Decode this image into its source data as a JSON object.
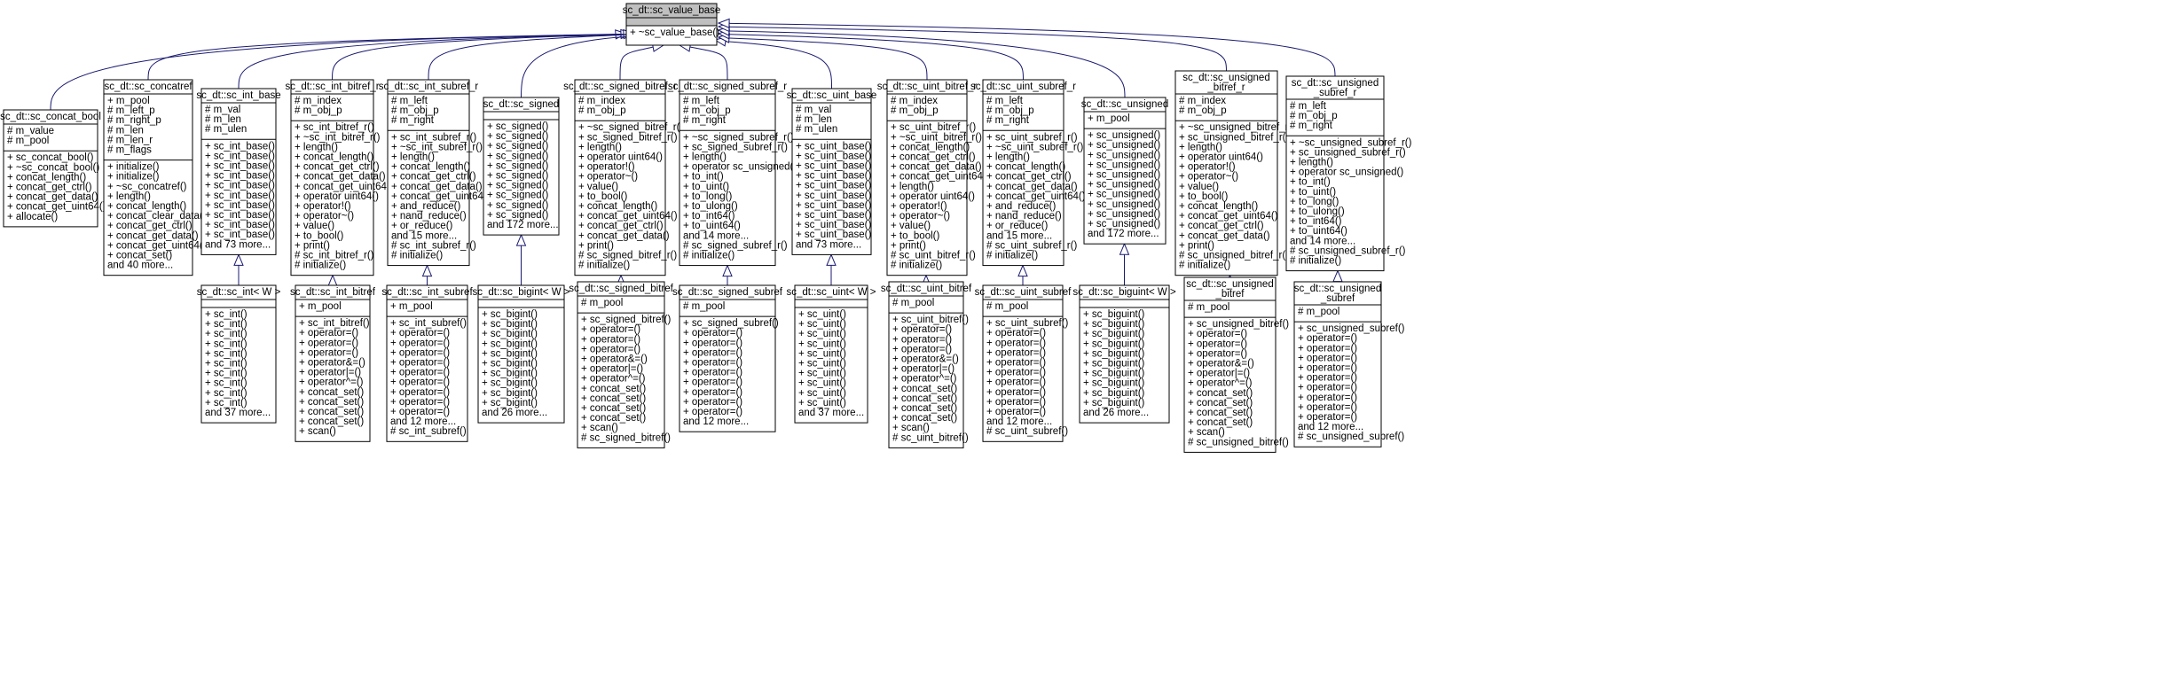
{
  "colors": {
    "edge": "#191970",
    "box_fill": "#ffffff",
    "box_stroke": "#000000",
    "root_header_fill": "#bfbfbf"
  },
  "root": {
    "title": [
      "sc_dt::sc_value_base"
    ],
    "attrs": [],
    "methods": [
      "+ ~sc_value_base()"
    ]
  },
  "level1": [
    {
      "title": [
        "sc_dt::sc_concat_bool"
      ],
      "attrs": [
        "# m_value",
        "# m_pool"
      ],
      "methods": [
        "+ sc_concat_bool()",
        "+ ~sc_concat_bool()",
        "+ concat_length()",
        "+ concat_get_ctrl()",
        "+ concat_get_data()",
        "+ concat_get_uint64()",
        "+ allocate()"
      ]
    },
    {
      "title": [
        "sc_dt::sc_concatref"
      ],
      "attrs": [
        "+ m_pool",
        "# m_left_p",
        "# m_right_p",
        "# m_len",
        "# m_len_r",
        "# m_flags"
      ],
      "methods": [
        "+ initialize()",
        "+ initialize()",
        "+ ~sc_concatref()",
        "+ length()",
        "+ concat_length()",
        "+ concat_clear_data()",
        "+ concat_get_ctrl()",
        "+ concat_get_data()",
        "+ concat_get_uint64()",
        "+ concat_set()",
        "and 40 more..."
      ]
    },
    {
      "title": [
        "sc_dt::sc_int_base"
      ],
      "attrs": [
        "# m_val",
        "# m_len",
        "# m_ulen"
      ],
      "methods": [
        "+ sc_int_base()",
        "+ sc_int_base()",
        "+ sc_int_base()",
        "+ sc_int_base()",
        "+ sc_int_base()",
        "+ sc_int_base()",
        "+ sc_int_base()",
        "+ sc_int_base()",
        "+ sc_int_base()",
        "+ sc_int_base()",
        "and 73 more..."
      ]
    },
    {
      "title": [
        "sc_dt::sc_int_bitref_r"
      ],
      "attrs": [
        "# m_index",
        "# m_obj_p"
      ],
      "methods": [
        "+ sc_int_bitref_r()",
        "+ ~sc_int_bitref_r()",
        "+ length()",
        "+ concat_length()",
        "+ concat_get_ctrl()",
        "+ concat_get_data()",
        "+ concat_get_uint64()",
        "+ operator uint64()",
        "+ operator!()",
        "+ operator~()",
        "+ value()",
        "+ to_bool()",
        "+ print()",
        "# sc_int_bitref_r()",
        "# initialize()"
      ]
    },
    {
      "title": [
        "sc_dt::sc_int_subref_r"
      ],
      "attrs": [
        "# m_left",
        "# m_obj_p",
        "# m_right"
      ],
      "methods": [
        "+ sc_int_subref_r()",
        "+ ~sc_int_subref_r()",
        "+ length()",
        "+ concat_length()",
        "+ concat_get_ctrl()",
        "+ concat_get_data()",
        "+ concat_get_uint64()",
        "+ and_reduce()",
        "+ nand_reduce()",
        "+ or_reduce()",
        "and 15 more...",
        "# sc_int_subref_r()",
        "# initialize()"
      ]
    },
    {
      "title": [
        "sc_dt::sc_signed"
      ],
      "attrs": [],
      "methods": [
        "+ sc_signed()",
        "+ sc_signed()",
        "+ sc_signed()",
        "+ sc_signed()",
        "+ sc_signed()",
        "+ sc_signed()",
        "+ sc_signed()",
        "+ sc_signed()",
        "+ sc_signed()",
        "+ sc_signed()",
        "and 172 more..."
      ]
    },
    {
      "title": [
        "sc_dt::sc_signed_bitref_r"
      ],
      "attrs": [
        "# m_index",
        "# m_obj_p"
      ],
      "methods": [
        "+ ~sc_signed_bitref_r()",
        "+ sc_signed_bitref_r()",
        "+ length()",
        "+ operator uint64()",
        "+ operator!()",
        "+ operator~()",
        "+ value()",
        "+ to_bool()",
        "+ concat_length()",
        "+ concat_get_uint64()",
        "+ concat_get_ctrl()",
        "+ concat_get_data()",
        "+ print()",
        "# sc_signed_bitref_r()",
        "# initialize()"
      ]
    },
    {
      "title": [
        "sc_dt::sc_signed_subref_r"
      ],
      "attrs": [
        "# m_left",
        "# m_obj_p",
        "# m_right"
      ],
      "methods": [
        "+ ~sc_signed_subref_r()",
        "+ sc_signed_subref_r()",
        "+ length()",
        "+ operator sc_unsigned()",
        "+ to_int()",
        "+ to_uint()",
        "+ to_long()",
        "+ to_ulong()",
        "+ to_int64()",
        "+ to_uint64()",
        "and 14 more...",
        "# sc_signed_subref_r()",
        "# initialize()"
      ]
    },
    {
      "title": [
        "sc_dt::sc_uint_base"
      ],
      "attrs": [
        "# m_val",
        "# m_len",
        "# m_ulen"
      ],
      "methods": [
        "+ sc_uint_base()",
        "+ sc_uint_base()",
        "+ sc_uint_base()",
        "+ sc_uint_base()",
        "+ sc_uint_base()",
        "+ sc_uint_base()",
        "+ sc_uint_base()",
        "+ sc_uint_base()",
        "+ sc_uint_base()",
        "+ sc_uint_base()",
        "and 73 more..."
      ]
    },
    {
      "title": [
        "sc_dt::sc_uint_bitref_r"
      ],
      "attrs": [
        "# m_index",
        "# m_obj_p"
      ],
      "methods": [
        "+ sc_uint_bitref_r()",
        "+ ~sc_uint_bitref_r()",
        "+ concat_length()",
        "+ concat_get_ctrl()",
        "+ concat_get_data()",
        "+ concat_get_uint64()",
        "+ length()",
        "+ operator uint64()",
        "+ operator!()",
        "+ operator~()",
        "+ value()",
        "+ to_bool()",
        "+ print()",
        "# sc_uint_bitref_r()",
        "# initialize()"
      ]
    },
    {
      "title": [
        "sc_dt::sc_uint_subref_r"
      ],
      "attrs": [
        "# m_left",
        "# m_obj_p",
        "# m_right"
      ],
      "methods": [
        "+ sc_uint_subref_r()",
        "+ ~sc_uint_subref_r()",
        "+ length()",
        "+ concat_length()",
        "+ concat_get_ctrl()",
        "+ concat_get_data()",
        "+ concat_get_uint64()",
        "+ and_reduce()",
        "+ nand_reduce()",
        "+ or_reduce()",
        "and 15 more...",
        "# sc_uint_subref_r()",
        "# initialize()"
      ]
    },
    {
      "title": [
        "sc_dt::sc_unsigned"
      ],
      "attrs": [
        "+ m_pool"
      ],
      "methods": [
        "+ sc_unsigned()",
        "+ sc_unsigned()",
        "+ sc_unsigned()",
        "+ sc_unsigned()",
        "+ sc_unsigned()",
        "+ sc_unsigned()",
        "+ sc_unsigned()",
        "+ sc_unsigned()",
        "+ sc_unsigned()",
        "+ sc_unsigned()",
        "and 172 more..."
      ]
    },
    {
      "title": [
        "sc_dt::sc_unsigned",
        "_bitref_r"
      ],
      "attrs": [
        "# m_index",
        "# m_obj_p"
      ],
      "methods": [
        "+ ~sc_unsigned_bitref_r()",
        "+ sc_unsigned_bitref_r()",
        "+ length()",
        "+ operator uint64()",
        "+ operator!()",
        "+ operator~()",
        "+ value()",
        "+ to_bool()",
        "+ concat_length()",
        "+ concat_get_uint64()",
        "+ concat_get_ctrl()",
        "+ concat_get_data()",
        "+ print()",
        "# sc_unsigned_bitref_r()",
        "# initialize()"
      ]
    },
    {
      "title": [
        "sc_dt::sc_unsigned",
        "_subref_r"
      ],
      "attrs": [
        "# m_left",
        "# m_obj_p",
        "# m_right"
      ],
      "methods": [
        "+ ~sc_unsigned_subref_r()",
        "+ sc_unsigned_subref_r()",
        "+ length()",
        "+ operator sc_unsigned()",
        "+ to_int()",
        "+ to_uint()",
        "+ to_long()",
        "+ to_ulong()",
        "+ to_int64()",
        "+ to_uint64()",
        "and 14 more...",
        "# sc_unsigned_subref_r()",
        "# initialize()"
      ]
    }
  ],
  "level2": [
    {
      "parent": 2,
      "title": [
        "sc_dt::sc_int< W >"
      ],
      "attrs": [],
      "methods": [
        "+ sc_int()",
        "+ sc_int()",
        "+ sc_int()",
        "+ sc_int()",
        "+ sc_int()",
        "+ sc_int()",
        "+ sc_int()",
        "+ sc_int()",
        "+ sc_int()",
        "+ sc_int()",
        "and 37 more..."
      ]
    },
    {
      "parent": 3,
      "title": [
        "sc_dt::sc_int_bitref"
      ],
      "attrs": [
        "+ m_pool"
      ],
      "methods": [
        "+ sc_int_bitref()",
        "+ operator=()",
        "+ operator=()",
        "+ operator=()",
        "+ operator&=()",
        "+ operator|=()",
        "+ operator^=()",
        "+ concat_set()",
        "+ concat_set()",
        "+ concat_set()",
        "+ concat_set()",
        "+ scan()"
      ]
    },
    {
      "parent": 4,
      "title": [
        "sc_dt::sc_int_subref"
      ],
      "attrs": [
        "+ m_pool"
      ],
      "methods": [
        "+ sc_int_subref()",
        "+ operator=()",
        "+ operator=()",
        "+ operator=()",
        "+ operator=()",
        "+ operator=()",
        "+ operator=()",
        "+ operator=()",
        "+ operator=()",
        "+ operator=()",
        "and 12 more...",
        "# sc_int_subref()"
      ]
    },
    {
      "parent": 5,
      "title": [
        "sc_dt::sc_bigint< W >"
      ],
      "attrs": [],
      "methods": [
        "+ sc_bigint()",
        "+ sc_bigint()",
        "+ sc_bigint()",
        "+ sc_bigint()",
        "+ sc_bigint()",
        "+ sc_bigint()",
        "+ sc_bigint()",
        "+ sc_bigint()",
        "+ sc_bigint()",
        "+ sc_bigint()",
        "and 26 more..."
      ]
    },
    {
      "parent": 6,
      "title": [
        "sc_dt::sc_signed_bitref"
      ],
      "attrs": [
        "# m_pool"
      ],
      "methods": [
        "+ sc_signed_bitref()",
        "+ operator=()",
        "+ operator=()",
        "+ operator=()",
        "+ operator&=()",
        "+ operator|=()",
        "+ operator^=()",
        "+ concat_set()",
        "+ concat_set()",
        "+ concat_set()",
        "+ concat_set()",
        "+ scan()",
        "# sc_signed_bitref()"
      ]
    },
    {
      "parent": 7,
      "title": [
        "sc_dt::sc_signed_subref"
      ],
      "attrs": [
        "# m_pool"
      ],
      "methods": [
        "+ sc_signed_subref()",
        "+ operator=()",
        "+ operator=()",
        "+ operator=()",
        "+ operator=()",
        "+ operator=()",
        "+ operator=()",
        "+ operator=()",
        "+ operator=()",
        "+ operator=()",
        "and 12 more..."
      ]
    },
    {
      "parent": 8,
      "title": [
        "sc_dt::sc_uint< W >"
      ],
      "attrs": [],
      "methods": [
        "+ sc_uint()",
        "+ sc_uint()",
        "+ sc_uint()",
        "+ sc_uint()",
        "+ sc_uint()",
        "+ sc_uint()",
        "+ sc_uint()",
        "+ sc_uint()",
        "+ sc_uint()",
        "+ sc_uint()",
        "and 37 more..."
      ]
    },
    {
      "parent": 9,
      "title": [
        "sc_dt::sc_uint_bitref"
      ],
      "attrs": [
        "# m_pool"
      ],
      "methods": [
        "+ sc_uint_bitref()",
        "+ operator=()",
        "+ operator=()",
        "+ operator=()",
        "+ operator&=()",
        "+ operator|=()",
        "+ operator^=()",
        "+ concat_set()",
        "+ concat_set()",
        "+ concat_set()",
        "+ concat_set()",
        "+ scan()",
        "# sc_uint_bitref()"
      ]
    },
    {
      "parent": 10,
      "title": [
        "sc_dt::sc_uint_subref"
      ],
      "attrs": [
        "# m_pool"
      ],
      "methods": [
        "+ sc_uint_subref()",
        "+ operator=()",
        "+ operator=()",
        "+ operator=()",
        "+ operator=()",
        "+ operator=()",
        "+ operator=()",
        "+ operator=()",
        "+ operator=()",
        "+ operator=()",
        "and 12 more...",
        "# sc_uint_subref()"
      ]
    },
    {
      "parent": 11,
      "title": [
        "sc_dt::sc_biguint< W >"
      ],
      "attrs": [],
      "methods": [
        "+ sc_biguint()",
        "+ sc_biguint()",
        "+ sc_biguint()",
        "+ sc_biguint()",
        "+ sc_biguint()",
        "+ sc_biguint()",
        "+ sc_biguint()",
        "+ sc_biguint()",
        "+ sc_biguint()",
        "+ sc_biguint()",
        "and 26 more..."
      ]
    },
    {
      "parent": 12,
      "title": [
        "sc_dt::sc_unsigned",
        "_bitref"
      ],
      "attrs": [
        "# m_pool"
      ],
      "methods": [
        "+ sc_unsigned_bitref()",
        "+ operator=()",
        "+ operator=()",
        "+ operator=()",
        "+ operator&=()",
        "+ operator|=()",
        "+ operator^=()",
        "+ concat_set()",
        "+ concat_set()",
        "+ concat_set()",
        "+ concat_set()",
        "+ scan()",
        "# sc_unsigned_bitref()"
      ]
    },
    {
      "parent": 13,
      "title": [
        "sc_dt::sc_unsigned",
        "_subref"
      ],
      "attrs": [
        "# m_pool"
      ],
      "methods": [
        "+ sc_unsigned_subref()",
        "+ operator=()",
        "+ operator=()",
        "+ operator=()",
        "+ operator=()",
        "+ operator=()",
        "+ operator=()",
        "+ operator=()",
        "+ operator=()",
        "+ operator=()",
        "and 12 more...",
        "# sc_unsigned_subref()"
      ]
    }
  ]
}
